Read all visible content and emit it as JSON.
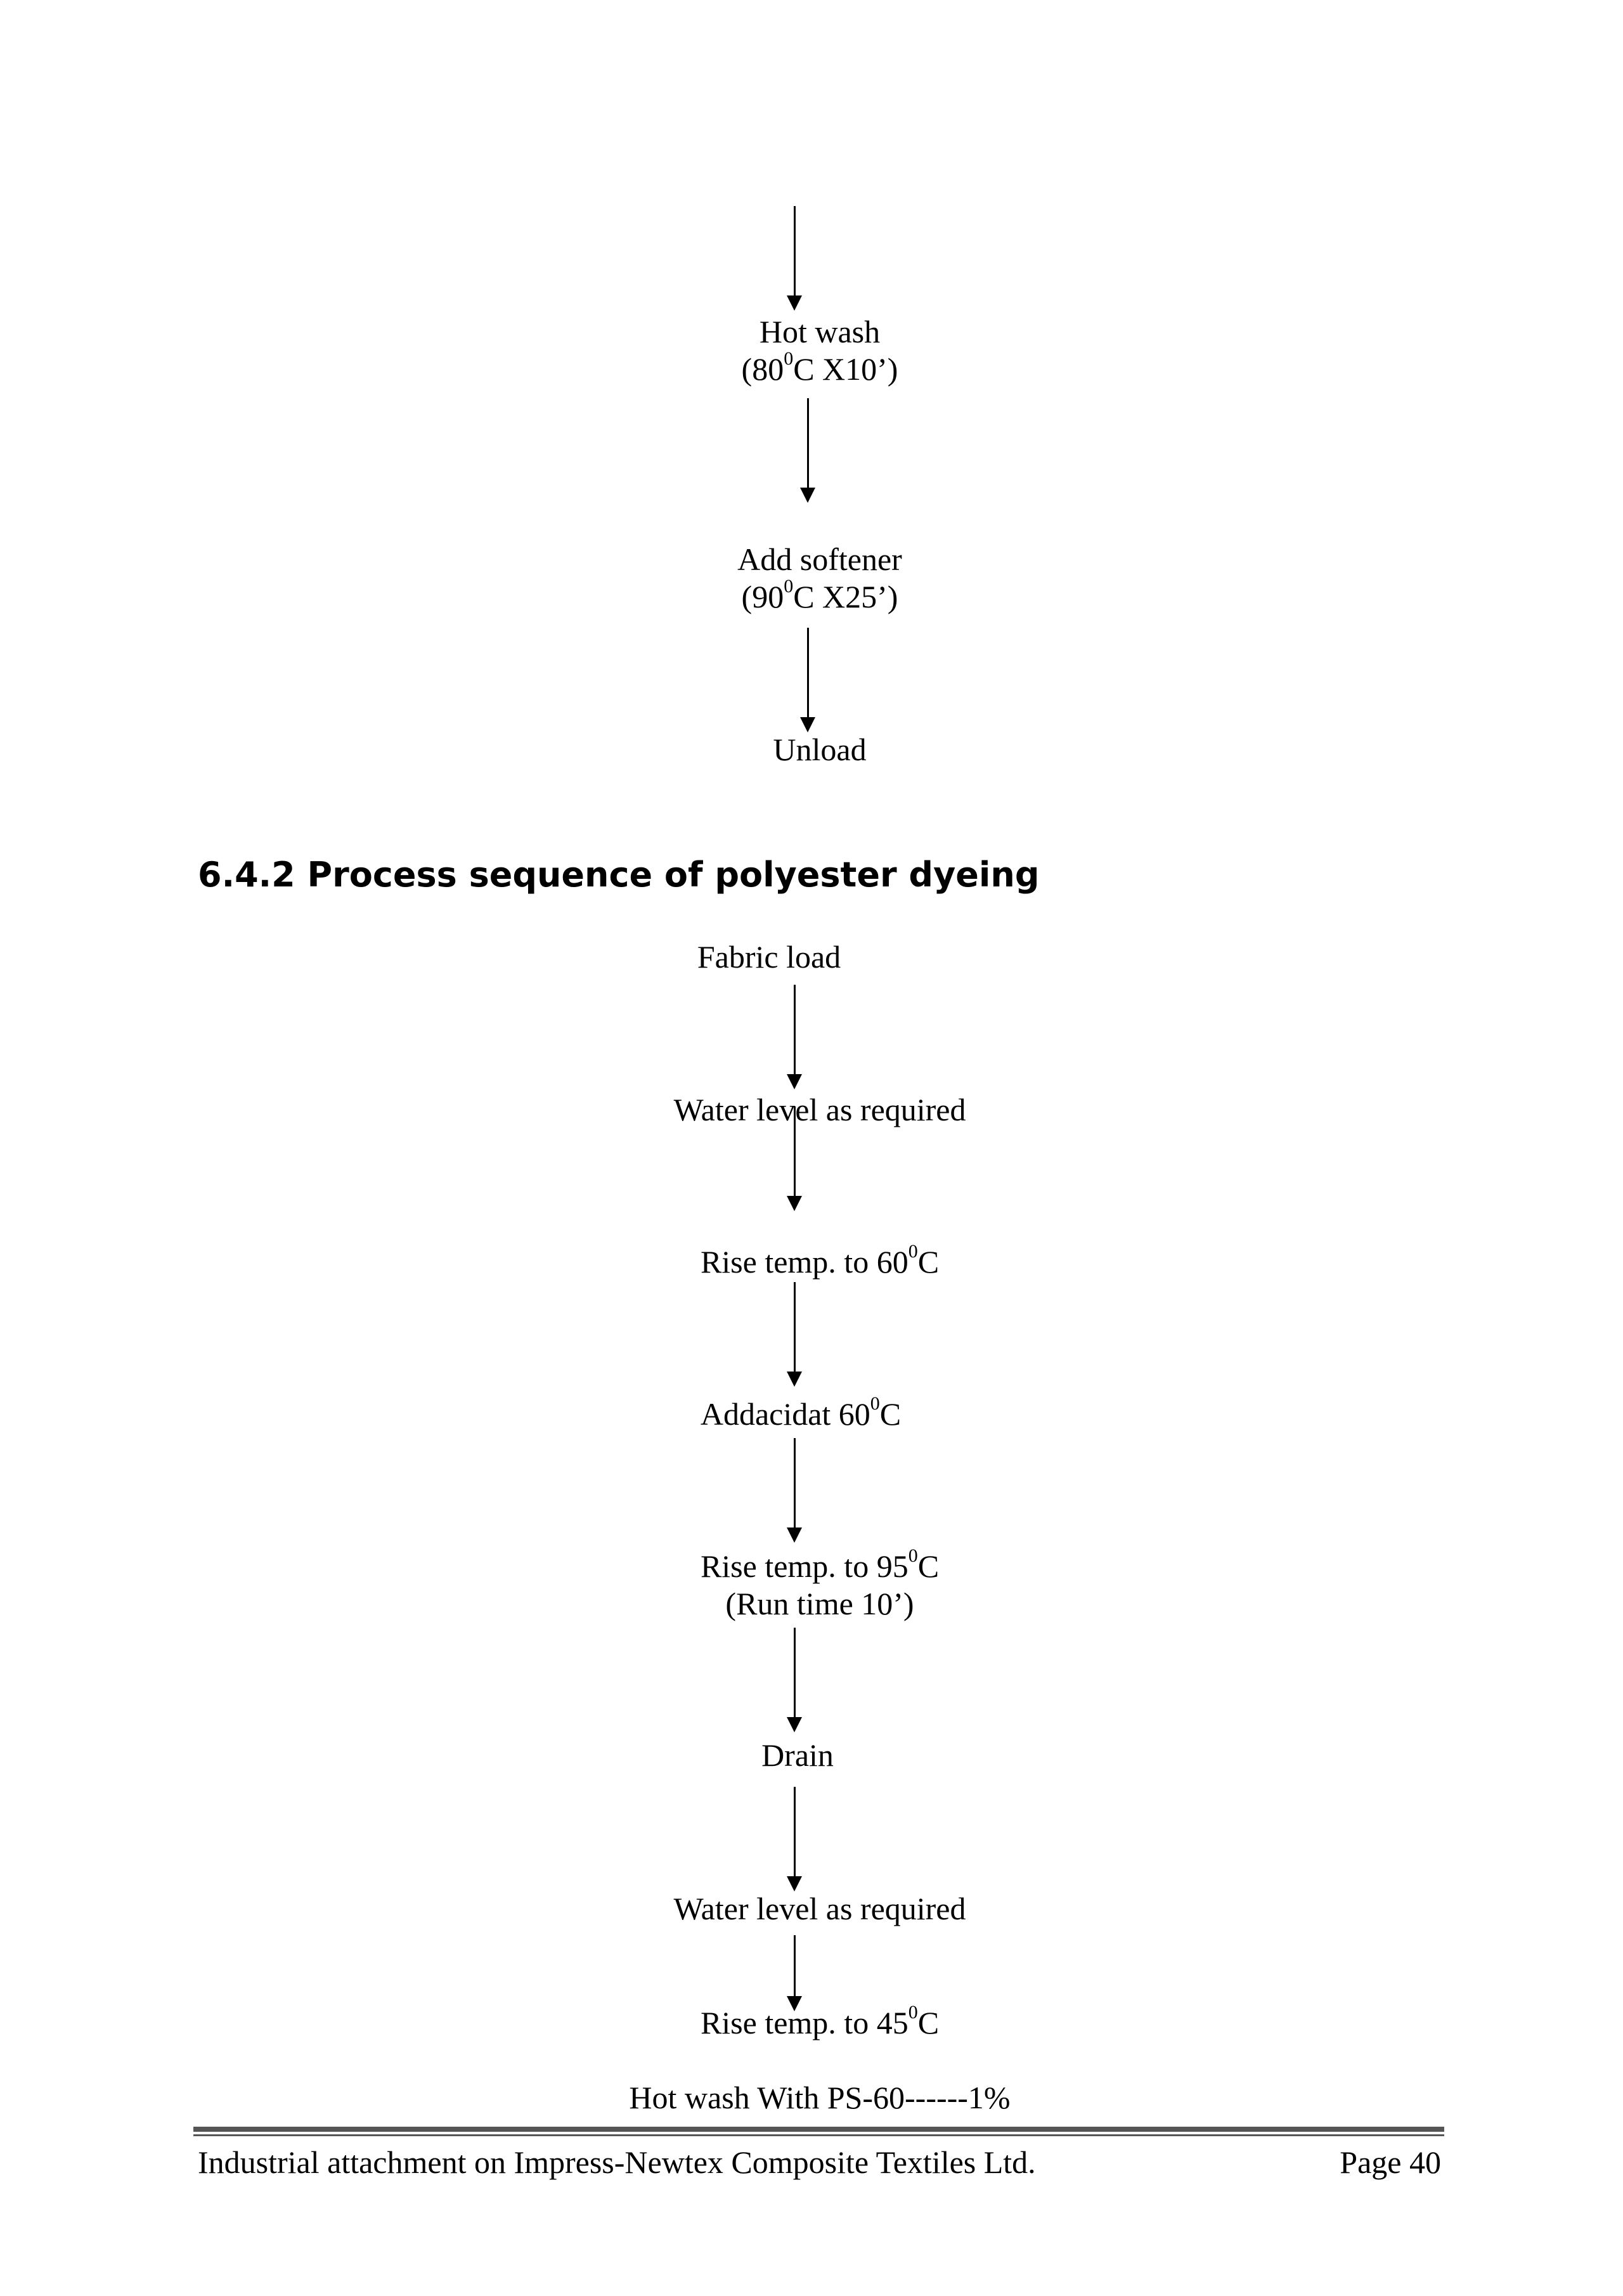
{
  "top_sequence": {
    "hot_wash": "Hot wash",
    "hot_wash_detail_pre": "(80",
    "hot_wash_detail_sup": "0",
    "hot_wash_detail_post": "C X10’)",
    "add_softener": "Add softener",
    "add_softener_detail_pre": "(90",
    "add_softener_detail_sup": "0",
    "add_softener_detail_post": "C X25’)",
    "unload": "Unload"
  },
  "section_heading": "6.4.2 Process sequence of polyester dyeing",
  "polyester_sequence": {
    "step1": "Fabric load",
    "step2": "Water level as required",
    "step3_pre": "Rise temp. to 60",
    "step3_sup": "0",
    "step3_post": "C",
    "step4_pre": "Addacidat 60",
    "step4_sup": "0",
    "step4_post": "C",
    "step5_pre": "Rise temp. to 95",
    "step5_sup": "0",
    "step5_post": "C",
    "step5_detail": "(Run time 10’)",
    "step6": "Drain",
    "step7": "Water level as required",
    "step8_pre": "Rise temp. to 45",
    "step8_sup": "0",
    "step8_post": "C",
    "step9": "Hot wash With PS-60------1%"
  },
  "footer": {
    "left": "Industrial attachment on Impress-Newtex Composite Textiles Ltd.",
    "right": "Page 40"
  }
}
